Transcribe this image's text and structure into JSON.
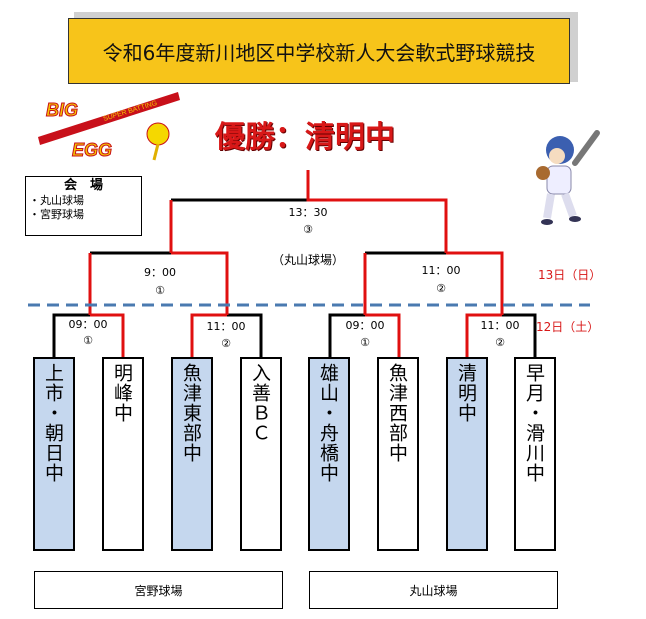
{
  "title": "令和6年度新川地区中学校新人大会軟式野球競技",
  "champion": "優勝：清明中",
  "logo": {
    "line1": "BIG",
    "line2": "SUPER BATTING",
    "line3": "EGG"
  },
  "venues": {
    "heading": "会　場",
    "items": [
      "・丸山球場",
      "・宮野球場"
    ]
  },
  "final": {
    "time": "13：30",
    "num": "③",
    "place": "（丸山球場）"
  },
  "semis": [
    {
      "time": "9：00",
      "num": "①"
    },
    {
      "time": "11：00",
      "num": "②"
    }
  ],
  "days": {
    "day2": "13日（日）",
    "day1": "12日（土）"
  },
  "round1": [
    {
      "time": "09：00",
      "num": "①"
    },
    {
      "time": "11：00",
      "num": "②"
    },
    {
      "time": "09：00",
      "num": "①"
    },
    {
      "time": "11：00",
      "num": "②"
    }
  ],
  "teams": [
    "上市・朝日中",
    "明峰中",
    "魚津東部中",
    "入善ＢＣ",
    "雄山・舟橋中",
    "魚津西部中",
    "清明中",
    "早月・滑川中"
  ],
  "grounds": [
    "宮野球場",
    "丸山球場"
  ],
  "colors": {
    "accent": "#d81818",
    "highlight": "#c5d7ee",
    "title_bg": "#f7c41a",
    "divider": "#4a7ab0"
  }
}
